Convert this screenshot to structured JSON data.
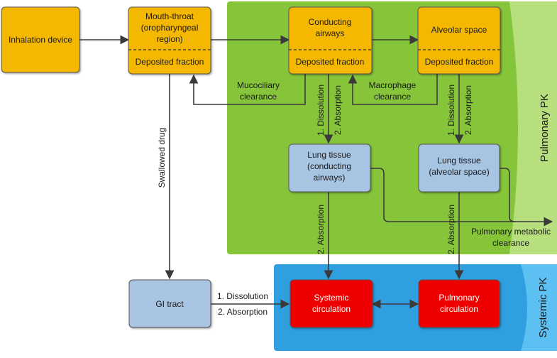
{
  "regions": {
    "pulmonary": "Pulmonary PK",
    "systemic": "Systemic PK"
  },
  "nodes": {
    "inhalation": "Inhalation device",
    "mouth_throat": [
      "Mouth-throat",
      "(oropharyngeal",
      "region)"
    ],
    "conducting": [
      "Conducting",
      "airways"
    ],
    "alveolar": "Alveolar space",
    "deposited": "Deposited fraction",
    "lung_conducting": [
      "Lung tissue",
      "(conducting",
      "airways)"
    ],
    "lung_alveolar": [
      "Lung tissue",
      "(alveolar space)"
    ],
    "gi_tract": "GI tract",
    "systemic_circ": [
      "Systemic",
      "circulation"
    ],
    "pulmonary_circ": [
      "Pulmonary",
      "circulation"
    ]
  },
  "edges": {
    "mucociliary": [
      "Mucociliary",
      "clearance"
    ],
    "macrophage": [
      "Macrophage",
      "clearance"
    ],
    "dissolution_1": "1. Dissolution",
    "absorption_2": "2. Absorption",
    "absorption": "2. Absorption",
    "swallowed": "Swallowed drug",
    "metabolic": [
      "Pulmonary metabolic",
      "clearance"
    ]
  },
  "colors": {
    "orange": "#f5b800",
    "blue_box": "#a7c4e2",
    "red": "#ee0000",
    "green": "#86c53a",
    "green_light": "#b7df7e",
    "blue_panel": "#2f9fe0",
    "blue_light": "#5cc0f2"
  }
}
